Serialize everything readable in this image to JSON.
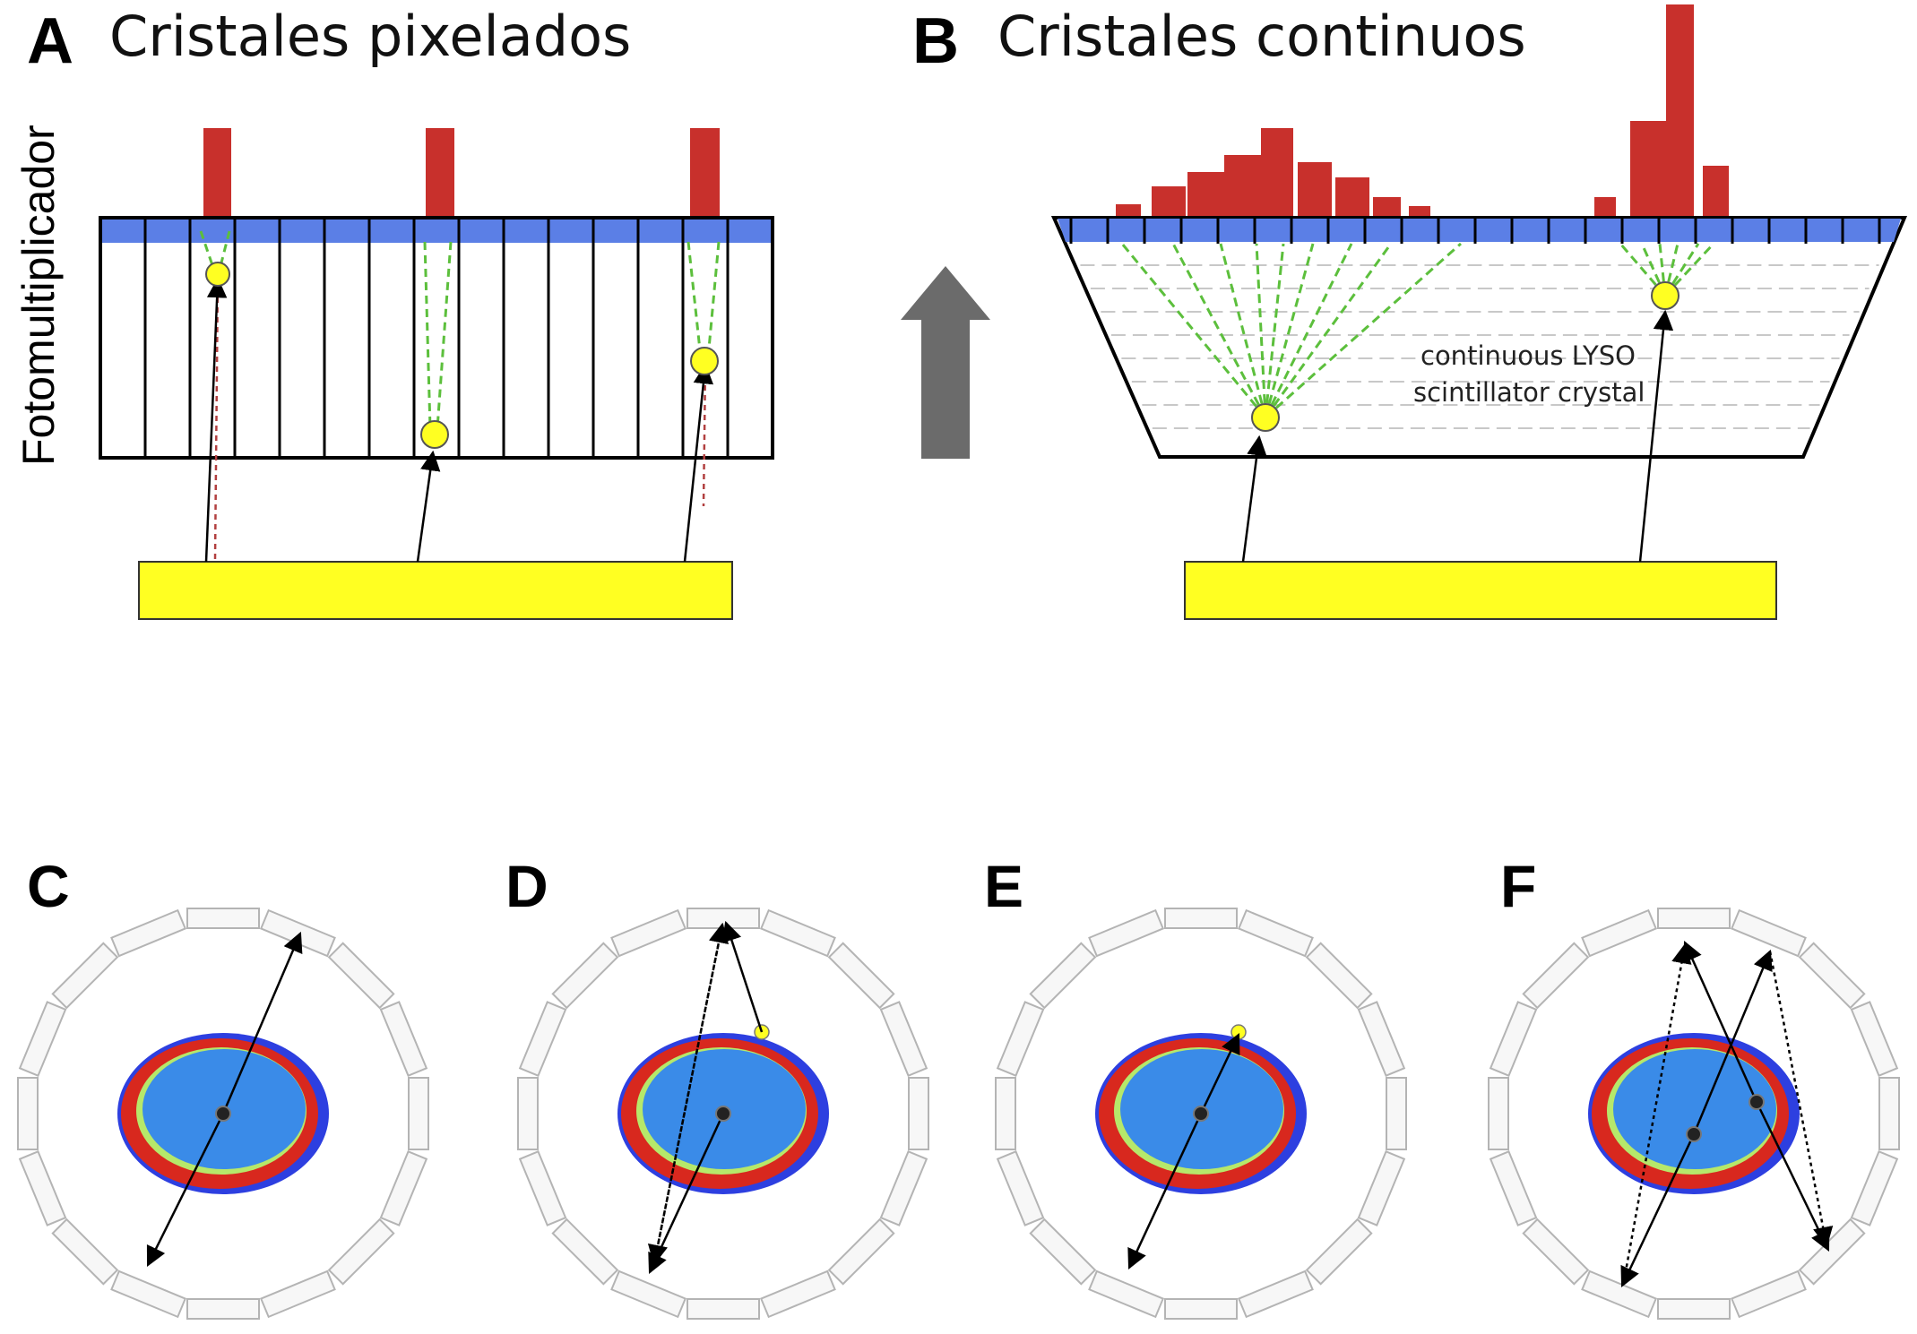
{
  "panels": {
    "a": {
      "letter": "A",
      "title": "Cristales pixelados"
    },
    "b": {
      "letter": "B",
      "title": "Cristales continuos"
    },
    "c": {
      "letter": "C"
    },
    "d": {
      "letter": "D"
    },
    "e": {
      "letter": "E"
    },
    "f": {
      "letter": "F"
    }
  },
  "side_label": "Fotomultiplicador",
  "crystal_label": {
    "line1": "continuous LYSO",
    "line2": "scintillator crystal"
  },
  "colors": {
    "photodetector": "#5b7fe6",
    "histogram_bar": "#c8302c",
    "source": "#ffff22",
    "scintillation_light": "#5cbf3c",
    "up_arrow": "#6b6b6b",
    "ring_detector": "#b4b4b4",
    "tissue_outer": "#d8281e",
    "tissue_inner": "#3a8be8",
    "tissue_edge": "#2d3fe0"
  },
  "icons": [
    "scintillation-event-icon",
    "up-arrow-icon"
  ]
}
